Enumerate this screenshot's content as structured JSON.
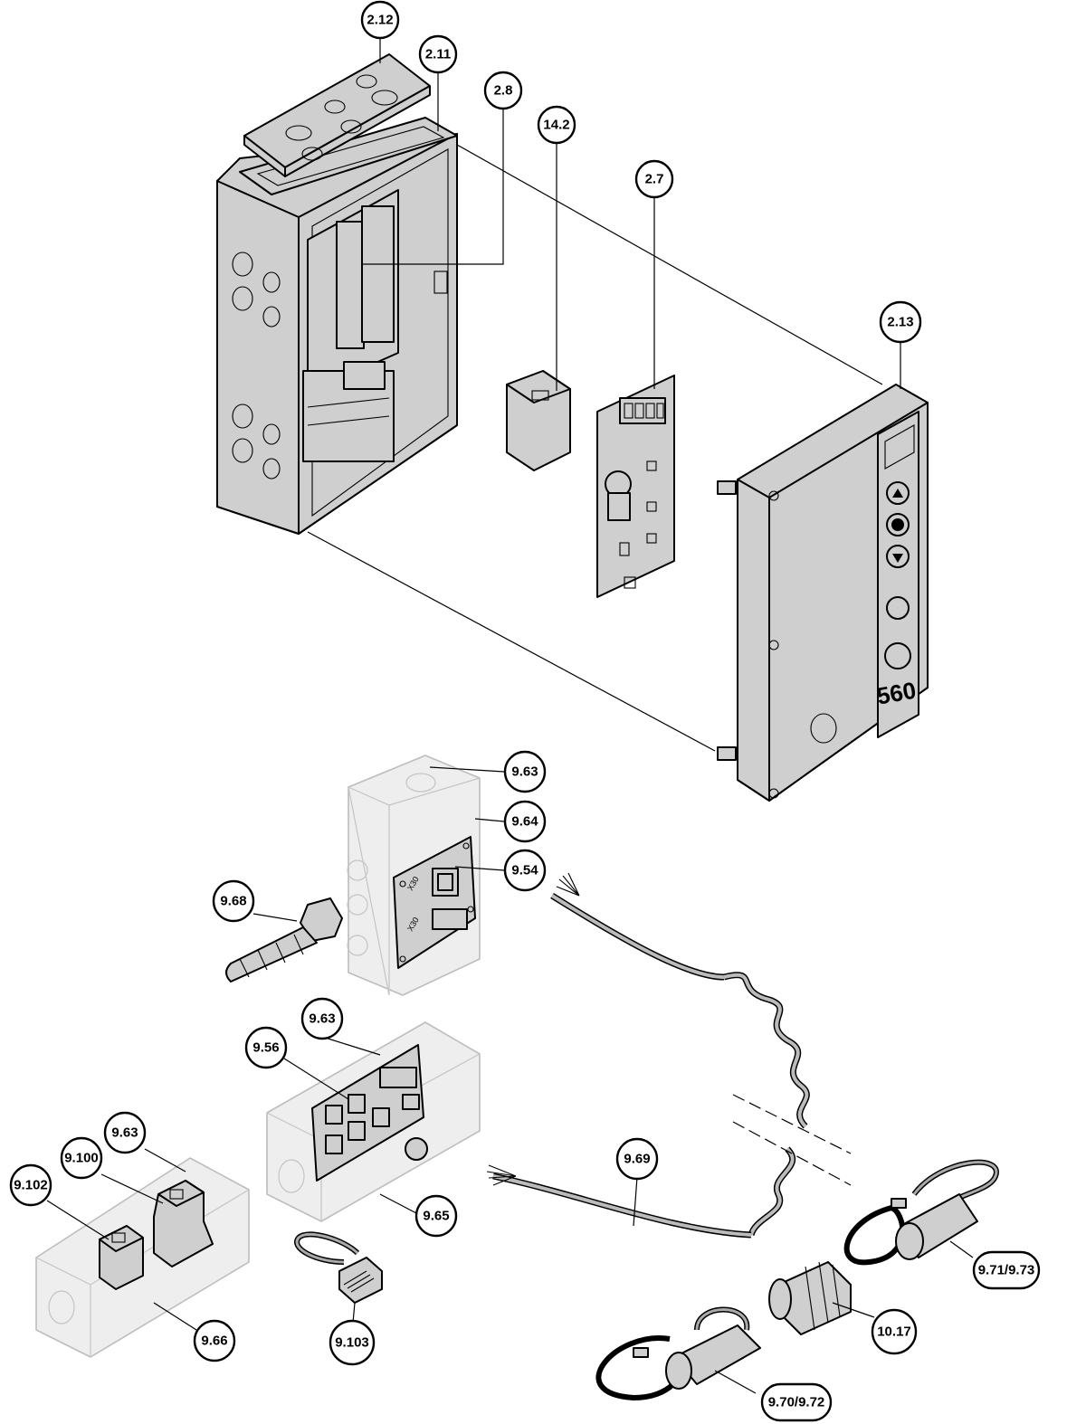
{
  "callouts": [
    {
      "id": "c-2-12",
      "label": "2.12"
    },
    {
      "id": "c-2-11",
      "label": "2.11"
    },
    {
      "id": "c-2-8",
      "label": "2.8"
    },
    {
      "id": "c-14-2",
      "label": "14.2"
    },
    {
      "id": "c-2-7",
      "label": "2.7"
    },
    {
      "id": "c-2-13",
      "label": "2.13"
    },
    {
      "id": "c-9-63-a",
      "label": "9.63"
    },
    {
      "id": "c-9-64",
      "label": "9.64"
    },
    {
      "id": "c-9-54",
      "label": "9.54"
    },
    {
      "id": "c-9-68",
      "label": "9.68"
    },
    {
      "id": "c-9-63-b",
      "label": "9.63"
    },
    {
      "id": "c-9-56",
      "label": "9.56"
    },
    {
      "id": "c-9-63-c",
      "label": "9.63"
    },
    {
      "id": "c-9-100",
      "label": "9.100"
    },
    {
      "id": "c-9-102",
      "label": "9.102"
    },
    {
      "id": "c-9-69",
      "label": "9.69"
    },
    {
      "id": "c-9-65",
      "label": "9.65"
    },
    {
      "id": "c-9-66",
      "label": "9.66"
    },
    {
      "id": "c-9-103",
      "label": "9.103"
    },
    {
      "id": "c-9-71-73",
      "label": "9.71/9.73"
    },
    {
      "id": "c-10-17",
      "label": "10.17"
    },
    {
      "id": "c-9-70-72",
      "label": "9.70/9.72"
    }
  ],
  "cover_model": "560",
  "terminal_labels": {
    "x30_top": "X30",
    "x30_bottom": "X30"
  }
}
